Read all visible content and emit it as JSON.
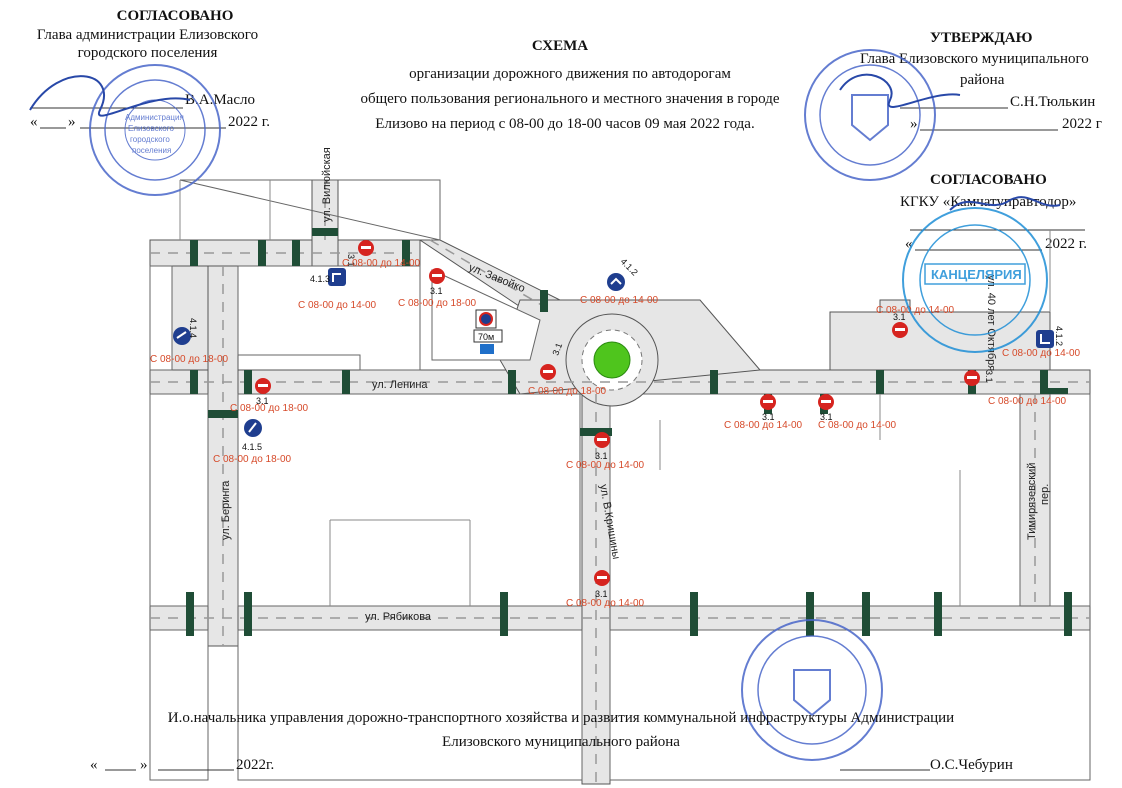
{
  "header": {
    "left": {
      "title": "СОГЛАСОВАНО",
      "line1": "Глава администрации Елизовского",
      "line2": "городского поселения",
      "sign_name": "В.А.Масло",
      "date_open": "«",
      "date_mid": "»",
      "date_year": "2022 г."
    },
    "center": {
      "title": "СХЕМА",
      "line1": "организации дорожного движения по автодорогам",
      "line2": "общего пользования регионального и местного значения в городе",
      "line3": "Елизово на период с 08-00 до 18-00 часов 09 мая 2022 года."
    },
    "right": {
      "title": "УТВЕРЖДАЮ",
      "line1": "Глава Елизовского муниципального",
      "line2": "района",
      "sign_name": "С.Н.Тюлькин",
      "date_mid": "»",
      "date_year": "2022 г"
    },
    "right2": {
      "title": "СОГЛАСОВАНО",
      "line1": "КГКУ «Камчатуправтодор»",
      "date_open": "«",
      "date_year": "2022 г."
    }
  },
  "streets": {
    "vilyuyskaya": "ул. Вилюйская",
    "zavoyko": "ул. Завойко",
    "lenina": "ул. Ленина",
    "beringa": "ул. Беринга",
    "krishinoy": "ул. В.Кришины",
    "ryabikova": "ул. Рябикова",
    "oktyabrya": "ул. 40 лет Октября",
    "timiryazevsky1": "пер.",
    "timiryazevsky2": "Тимирязевский"
  },
  "signs": {
    "s1": {
      "code": "3.1",
      "time": "С 08-00 до 14-00"
    },
    "s2": {
      "code": "4.1.3",
      "time": "С 08-00 до 14-00"
    },
    "s3": {
      "code": "3.1",
      "time": "С 08-00 до 18-00"
    },
    "s4": {
      "code": "4.1.4",
      "time": "С 08-00 до 18-00"
    },
    "s5": {
      "code": "3.1",
      "time": "С 08-00 до 18-00"
    },
    "s6": {
      "code": "4.1.5",
      "time": "С 08-00 до 18-00"
    },
    "s7": {
      "code": "3.1",
      "time": "С 08-00 до 18-00"
    },
    "s8": {
      "code": "4.1.2",
      "time": "С 08-00 до 14-00"
    },
    "s9": {
      "code": "3.1",
      "time": "С 08-00 до 14-00"
    },
    "s10": {
      "code": "3.1",
      "time": "С 08-00 до 14-00"
    },
    "s11": {
      "code": "3.1",
      "time": "С 08-00 до 14-00"
    },
    "s12": {
      "code": "3.1",
      "time": "С 08-00 до 14-00"
    },
    "s13": {
      "code": "3.1",
      "time": "С 08-00 до 14-00"
    },
    "s14": {
      "code": "3.1",
      "time": "С 08-00 до 14-00"
    },
    "s15": {
      "code": "4.1.2",
      "time": "С 08-00 до 14-00"
    },
    "dist": "70м"
  },
  "stamps": {
    "left_inner": [
      "Администрация",
      "Елизовского",
      "городского",
      "поселения"
    ],
    "right_inner": "КАНЦЕЛЯРИЯ"
  },
  "footer": {
    "line1": "И.о.начальника управления дорожно-транспортного хозяйства и развития коммунальной инфраструктуры Администрации",
    "line2": "Елизовского муниципального района",
    "date_open": "«",
    "date_mid": "»",
    "date_year": "2022г.",
    "sign_name": "О.С.Чебурин"
  },
  "colors": {
    "road": "#e6e6e6",
    "stop": "#1f4d36",
    "sign_red": "#d6241f",
    "sign_blue": "#1f3e8f",
    "label": "#d64a2a",
    "stamp": "#4a67c9",
    "circle": "#4fc51d"
  }
}
